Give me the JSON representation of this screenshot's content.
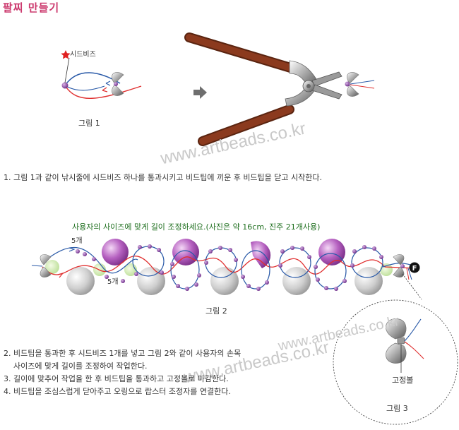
{
  "title": "팔찌 만들기",
  "fig1": {
    "caption": "그림 1",
    "seed_label": "시드비즈"
  },
  "fig2": {
    "caption": "그림 2",
    "count_top": "5개",
    "count_bottom": "5개",
    "end_mark": "F"
  },
  "fig3": {
    "caption": "그림 3",
    "part_label": "고정볼"
  },
  "note": "사용자의 사이즈에 맞게 길이 조정하세요.(사진은 약 16cm, 진주 21개사용)",
  "steps": [
    "1. 그림 1과 같이 낚시줄에 시드비즈 하나를 통과시키고 비드팁에 끼운 후 비드팁을 닫고 시작한다.",
    "2. 비드팁을 통과한 후 시드비즈 1개를 넣고 그림 2와 같이 사용자의 손목",
    "사이즈에 맞게 길이를 조정하여 작업한다.",
    "3. 길이에 맞추어 작업을 한 후 비드팁을 통과하고 고정볼로 마감한다.",
    "4. 비드팁을 조심스럽게 닫아주고 오링으로 랍스터 조정자를 연결한다."
  ],
  "watermark": "www.artbeads.co.kr",
  "colors": {
    "title": "#cc3a6e",
    "line_red": "#e03030",
    "line_blue": "#2a5aa8",
    "bead_purple": "#8a3fa0",
    "pearl_purple": "#b560c0",
    "pearl_white": "#d9d9d9",
    "handle": "#8b3a1e",
    "note_green": "#1f6f1f"
  }
}
